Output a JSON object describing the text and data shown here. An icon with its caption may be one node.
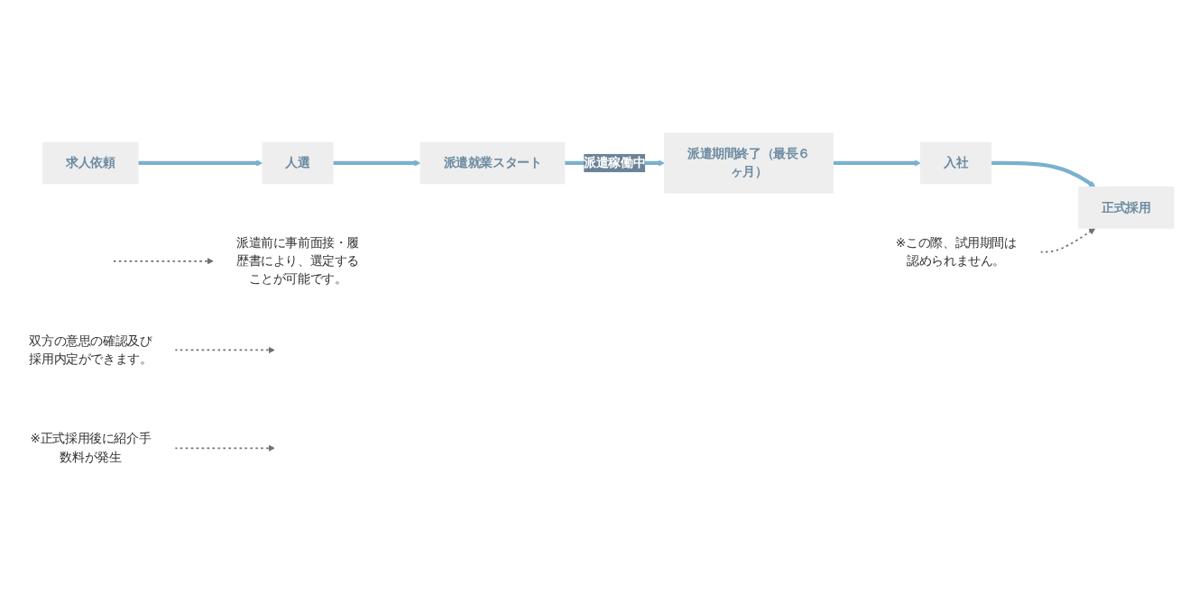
{
  "diagram": {
    "nodes": [
      {
        "text": [
          "求人依頼"
        ]
      },
      {
        "text": [
          "人選"
        ]
      },
      {
        "text": [
          "派遣就業スタート"
        ]
      },
      {
        "text": [
          "派遣期間終了（最長６ヶ月）"
        ]
      },
      {
        "text": [
          "入社"
        ]
      },
      {
        "text": [
          "正式採用"
        ]
      },
      {
        "text": [
          "派遣前に事前面接・履歴書により、選定することが可能です。"
        ]
      },
      {
        "text": [
          "双方の意思の確認及び採用内定ができます。"
        ]
      },
      {
        "text": [
          "※正式採用後に紹介手数料が発生"
        ]
      },
      {
        "text": [
          "※この際、試用期間は認められません。"
        ]
      }
    ],
    "edges": [
      {
        "from": 0,
        "to": 1,
        "arrow": "to"
      },
      {
        "from": 1,
        "to": 2,
        "arrow": "to"
      },
      {
        "from": 2,
        "to": 3,
        "arrow": "to",
        "label": "派遣稼働中"
      },
      {
        "from": 3,
        "to": 4,
        "arrow": "to"
      },
      {
        "from": 4,
        "to": 5,
        "arrow": "to"
      },
      {
        "from": null,
        "to": 6,
        "arrow": "to",
        "style": "dashed",
        "color": "#707070"
      },
      {
        "from": 7,
        "to": null,
        "arrow": "to",
        "style": "dashed",
        "color": "#707070"
      },
      {
        "from": 8,
        "to": null,
        "arrow": "to",
        "style": "dashed",
        "color": "#707070"
      },
      {
        "from": 9,
        "to": 5,
        "arrow": "to",
        "style": "dashed",
        "color": "#707070"
      }
    ]
  }
}
